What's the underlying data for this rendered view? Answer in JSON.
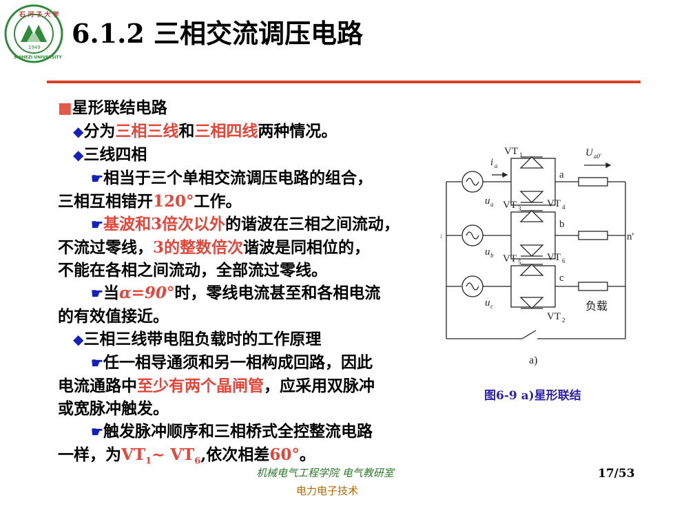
{
  "logo": {
    "ring_text": "石河子大学",
    "year": "1949",
    "university": "SHIHEZI UNIVERSITY"
  },
  "title": "6.1.2 三相交流调压电路",
  "content": {
    "l1": "星形联结电路",
    "l2_a": "分为",
    "l2_b": "三相三线",
    "l2_c": "和",
    "l2_d": "三相四线",
    "l2_e": "两种情况。",
    "l3": "三线四相",
    "l4": "相当于三个单相交流调压电路的组合，",
    "l5_a": "三相互相错开",
    "l5_b": "120°",
    "l5_c": "工作。",
    "l6_a": "基波和3倍次以外",
    "l6_b": "的谐波在三相之间流动，",
    "l7_a": "不流过零线，",
    "l7_b": "3的整数倍次",
    "l7_c": "谐波是同相位的，",
    "l8": "不能在各相之间流动，全部流过零线。",
    "l9_a": "当",
    "l9_b": "α=90°",
    "l9_c": "时，零线电流甚至和各相电流",
    "l10": "的有效值接近。",
    "l11": "三相三线带电阻负载时的工作原理",
    "l12": "任一相导通须和另一相构成回路，因此",
    "l13_a": "电流通路中",
    "l13_b": "至少有两个晶闸管",
    "l13_c": "，应采用双脉冲",
    "l14": "或宽脉冲触发。",
    "l15": "触发脉冲顺序和三相桥式全控整流电路",
    "l16_a": "一样，为",
    "l16_vt": "VT",
    "l16_s1": "1",
    "l16_tilde": "~ VT",
    "l16_s6": "6",
    "l16_b": ",依次相差",
    "l16_c": "60°",
    "l16_d": "。"
  },
  "circuit": {
    "vt1": "VT",
    "vt1_sub": "1",
    "vt3": "VT",
    "vt3_sub": "3",
    "vt4": "VT",
    "vt4_sub": "4",
    "vt5": "VT",
    "vt5_sub": "5",
    "vt6": "VT",
    "vt6_sub": "6",
    "vt2": "VT",
    "vt2_sub": "2",
    "ia": "i",
    "ia_sub": "a",
    "ua": "u",
    "ua_sub": "a",
    "ub": "u",
    "ub_sub": "b",
    "uc": "u",
    "uc_sub": "c",
    "Uao": "U",
    "Uao_sub": "a0'",
    "node_a": "a",
    "node_b": "b",
    "node_c": "c",
    "node_n": "n",
    "node_n2": "n'",
    "load": "负载",
    "panel": "a)"
  },
  "caption": "图6-9 a)星形联结",
  "footer": {
    "college": "机械电气工程学院 电气教研室",
    "course": "电力电子技术",
    "page": "17/53"
  },
  "colors": {
    "accent_red": "#e5463a",
    "rule": "#d9402a",
    "bullet_blue": "#1522b8",
    "caption_purple": "#2e20a8",
    "logo_green": "#2f8a3a",
    "logo_red": "#c0312b"
  }
}
